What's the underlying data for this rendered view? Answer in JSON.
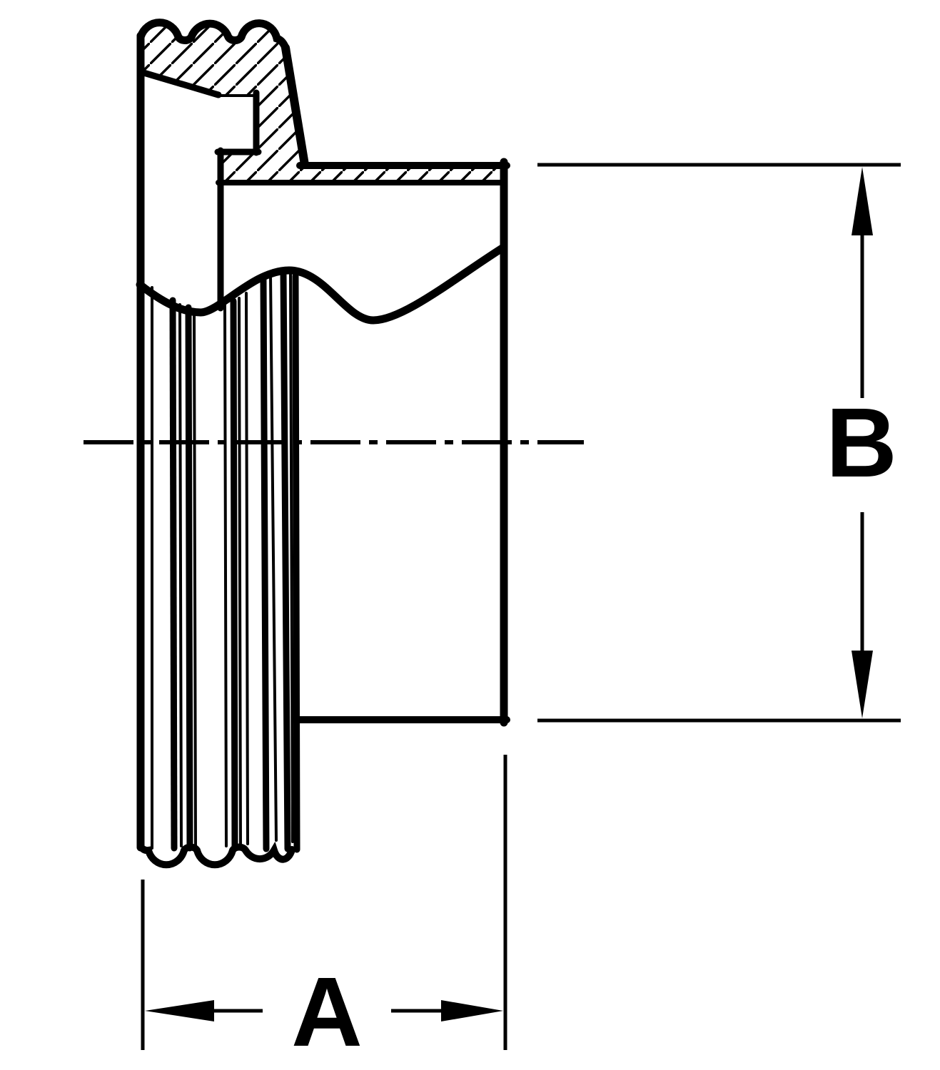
{
  "page": {
    "background_color": "#ffffff"
  },
  "drawing": {
    "line_color": "#000000",
    "dimensions": {
      "a": {
        "label": "A",
        "axis": "horizontal"
      },
      "b": {
        "label": "B",
        "axis": "vertical"
      }
    }
  }
}
